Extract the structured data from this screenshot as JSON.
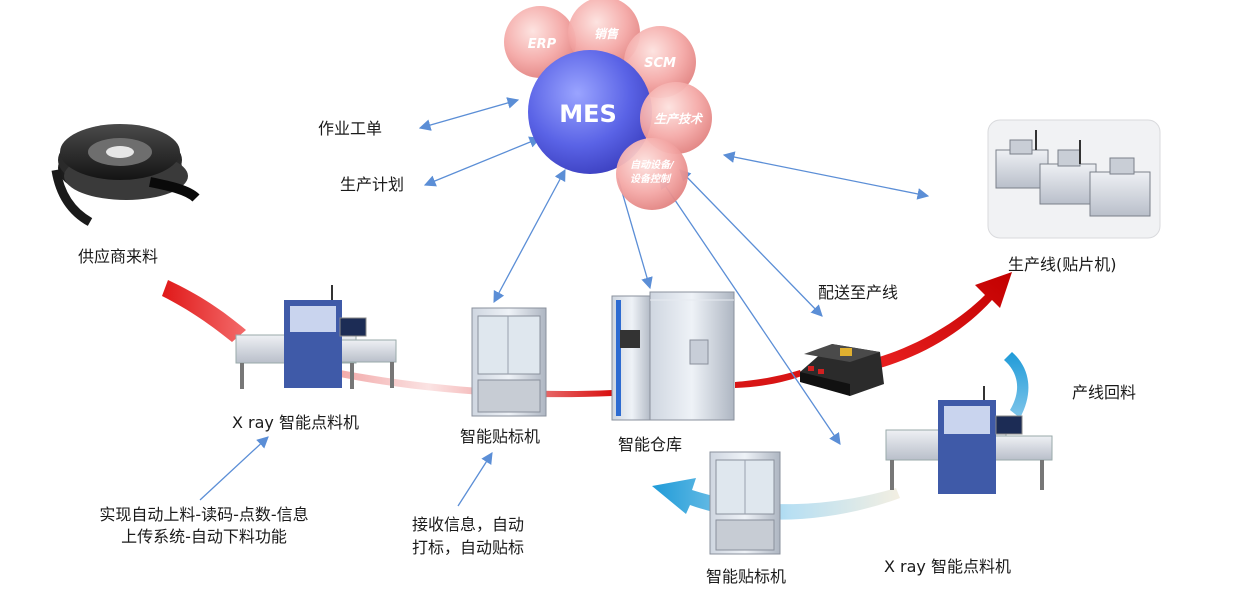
{
  "mes": {
    "center": "MES",
    "satellites": [
      "ERP",
      "销售",
      "SCM",
      "生产技术",
      "自动设备/",
      "设备控制"
    ]
  },
  "labels": {
    "work_order": "作业工单",
    "production_plan": "生产计划",
    "supplier_material": "供应商来料",
    "production_line": "生产线(贴片机)",
    "deliver_to_line": "配送至产线",
    "line_return": "产线回料",
    "xray_counter_1": "X ray 智能点料机",
    "labeler_1": "智能贴标机",
    "warehouse": "智能仓库",
    "xray_counter_2": "X ray 智能点料机",
    "labeler_2": "智能贴标机",
    "xray_desc": "实现自动上料-读码-点数-信息上传系统-自动下料功能",
    "labeler_desc_line1": "接收信息，自动",
    "labeler_desc_line2": "打标，自动贴标"
  },
  "colors": {
    "mes_blue": "#5a63e6",
    "satellite_pink": "#f4a8a6",
    "flow_red": "#e01818",
    "flow_blue": "#1f9bd8",
    "connector_blue": "#5b8ed6"
  }
}
